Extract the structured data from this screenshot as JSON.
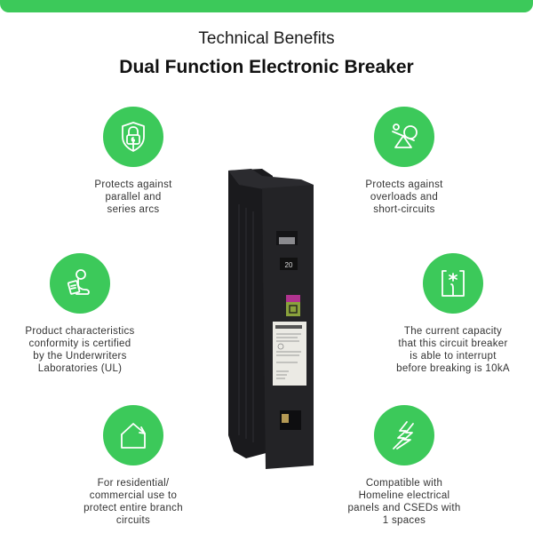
{
  "header": {
    "subtitle": "Technical Benefits",
    "title": "Dual Function Electronic Breaker"
  },
  "colors": {
    "accent_green": "#3cc95a",
    "breaker_body": "#1f1f22",
    "indicator_magenta": "#b0338f",
    "indicator_green": "#8aa23c"
  },
  "features": [
    {
      "icon": "shield-lock-icon",
      "text": "Protects against parallel and series arcs",
      "lines": [
        "Protects against",
        "parallel and",
        "series arcs"
      ]
    },
    {
      "icon": "seesaw-balance-icon",
      "text": "Protects against overloads and short-circuits",
      "lines": [
        "Protects against",
        "overloads and",
        "short-circuits"
      ]
    },
    {
      "icon": "certified-product-icon",
      "text": "Product characteristics conformity is certified by the Underwriters Laboratories (UL)",
      "lines": [
        "Product characteristics",
        "conformity is certified",
        "by the Underwriters",
        "Laboratories (UL)"
      ]
    },
    {
      "icon": "breaking-capacity-icon",
      "text": "The current capacity that this circuit breaker is able to interrupt before breaking is 10kA",
      "lines": [
        "The current capacity",
        "that this circuit breaker",
        "is able to interrupt",
        "before breaking is 10kA"
      ]
    },
    {
      "icon": "house-icon",
      "text": "For residential/ commercial use to protect entire branch circuits",
      "lines": [
        "For residential/",
        "commercial use to",
        "protect entire branch",
        "circuits"
      ]
    },
    {
      "icon": "lightning-icon",
      "text": "Compatible with Homeline electrical panels and CSEDs with 1 spaces",
      "lines": [
        "Compatible with",
        "Homeline electrical",
        "panels and CSEDs with",
        "1 spaces"
      ]
    }
  ],
  "product": {
    "rating_label": "20"
  }
}
